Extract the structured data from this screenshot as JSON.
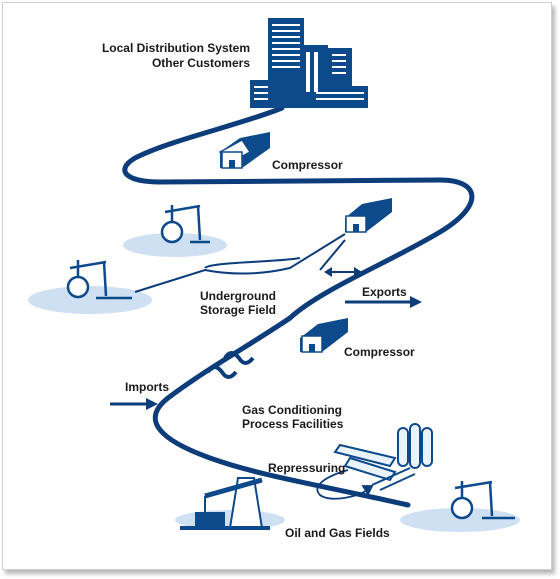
{
  "labels": {
    "local_distribution": "Local Distribution System",
    "other_customers": "Other Customers",
    "compressor_top": "Compressor",
    "underground_line1": "Underground",
    "underground_line2": "Storage Field",
    "exports": "Exports",
    "compressor_mid": "Compressor",
    "imports": "Imports",
    "gas_conditioning_line1": "Gas Conditioning",
    "gas_conditioning_line2": "Process Facilities",
    "repressuring": "Repressuring",
    "oil_gas_fields": "Oil and Gas Fields"
  },
  "colors": {
    "pipeline": "#0d3c7a",
    "building": "#0d4a8c",
    "ground": "#cfe0f3",
    "text": "#1a1a1a"
  }
}
